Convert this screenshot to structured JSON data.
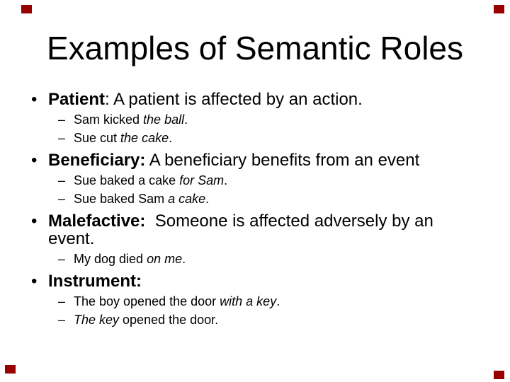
{
  "slide": {
    "title": "Examples of Semantic Roles",
    "markers": {
      "level1": "•",
      "level2": "–"
    },
    "corner_marks": {
      "color": "#990000"
    },
    "bullets": [
      {
        "segments": [
          {
            "text": "Patient",
            "bold": true
          },
          {
            "text": ": A patient is affected by an action."
          }
        ],
        "subs": [
          {
            "segments": [
              {
                "text": "Sam kicked "
              },
              {
                "text": "the ball",
                "italic": true
              },
              {
                "text": "."
              }
            ]
          },
          {
            "segments": [
              {
                "text": "Sue cut "
              },
              {
                "text": "the cake",
                "italic": true
              },
              {
                "text": "."
              }
            ]
          }
        ]
      },
      {
        "segments": [
          {
            "text": "Beneficiary:",
            "bold": true
          },
          {
            "text": " A beneficiary benefits from an event"
          }
        ],
        "subs": [
          {
            "segments": [
              {
                "text": "Sue baked a cake "
              },
              {
                "text": "for Sam",
                "italic": true
              },
              {
                "text": "."
              }
            ]
          },
          {
            "segments": [
              {
                "text": "Sue baked Sam "
              },
              {
                "text": "a cake",
                "italic": true
              },
              {
                "text": "."
              }
            ]
          }
        ]
      },
      {
        "segments": [
          {
            "text": "Malefactive:",
            "bold": true
          },
          {
            "text": "  Someone is affected adversely by an event."
          }
        ],
        "subs": [
          {
            "segments": [
              {
                "text": "My dog died "
              },
              {
                "text": "on me",
                "italic": true
              },
              {
                "text": "."
              }
            ]
          }
        ]
      },
      {
        "segments": [
          {
            "text": "Instrument:",
            "bold": true
          }
        ],
        "subs": [
          {
            "segments": [
              {
                "text": "The boy opened the door "
              },
              {
                "text": "with a key",
                "italic": true
              },
              {
                "text": "."
              }
            ]
          },
          {
            "segments": [
              {
                "text": "The key",
                "italic": true
              },
              {
                "text": " opened the door."
              }
            ]
          }
        ]
      }
    ]
  }
}
